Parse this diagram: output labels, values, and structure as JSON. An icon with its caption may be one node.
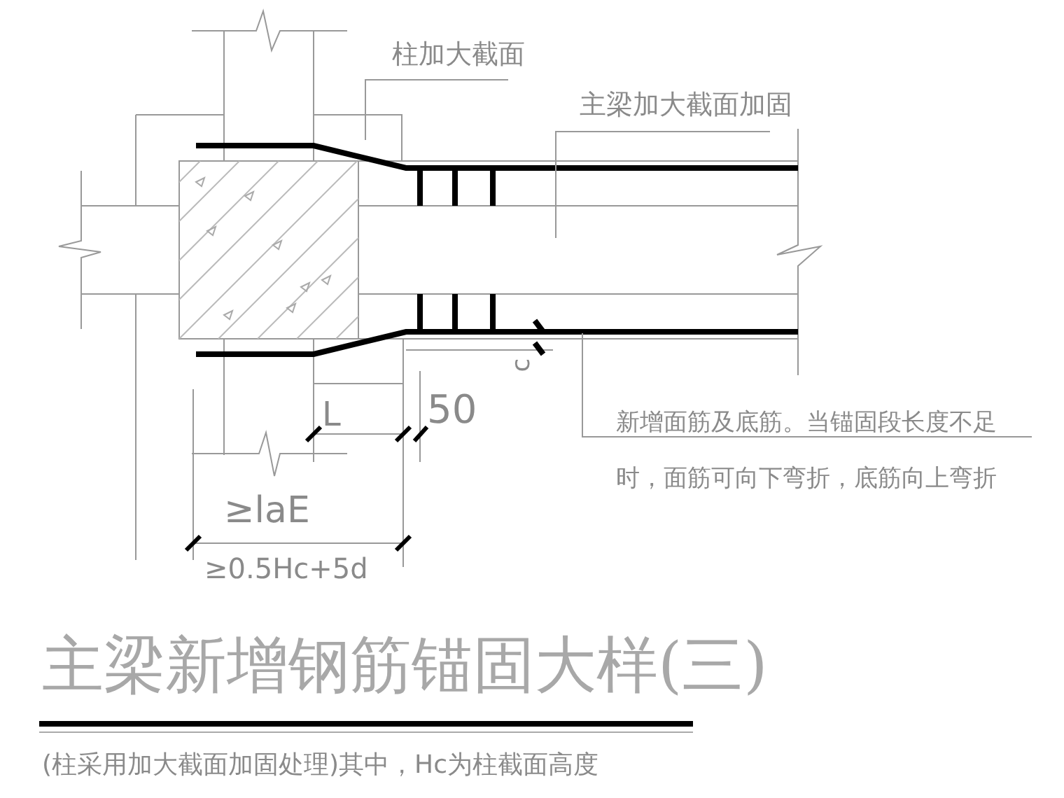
{
  "diagram": {
    "title": "主梁新增钢筋锚固大样(三)",
    "caption": "(柱采用加大截面加固处理)其中，Hc为柱截面高度",
    "nodes": [
      {
        "text": [
          "柱加大截面"
        ]
      },
      {
        "text": [
          "主梁加大截面加固"
        ]
      },
      {
        "text": [
          "新增面筋及底筋。当锚固段长度不足时，面筋可向下弯折，底筋向上弯折"
        ]
      }
    ],
    "edges": [
      {
        "from": 0,
        "to": null,
        "arrow": "none"
      },
      {
        "from": 1,
        "to": null,
        "arrow": "none"
      },
      {
        "from": 2,
        "to": null,
        "arrow": "none"
      }
    ],
    "labels": [
      "L",
      "50",
      "c",
      "≥laE",
      "≥0.5Hc+5d"
    ]
  }
}
